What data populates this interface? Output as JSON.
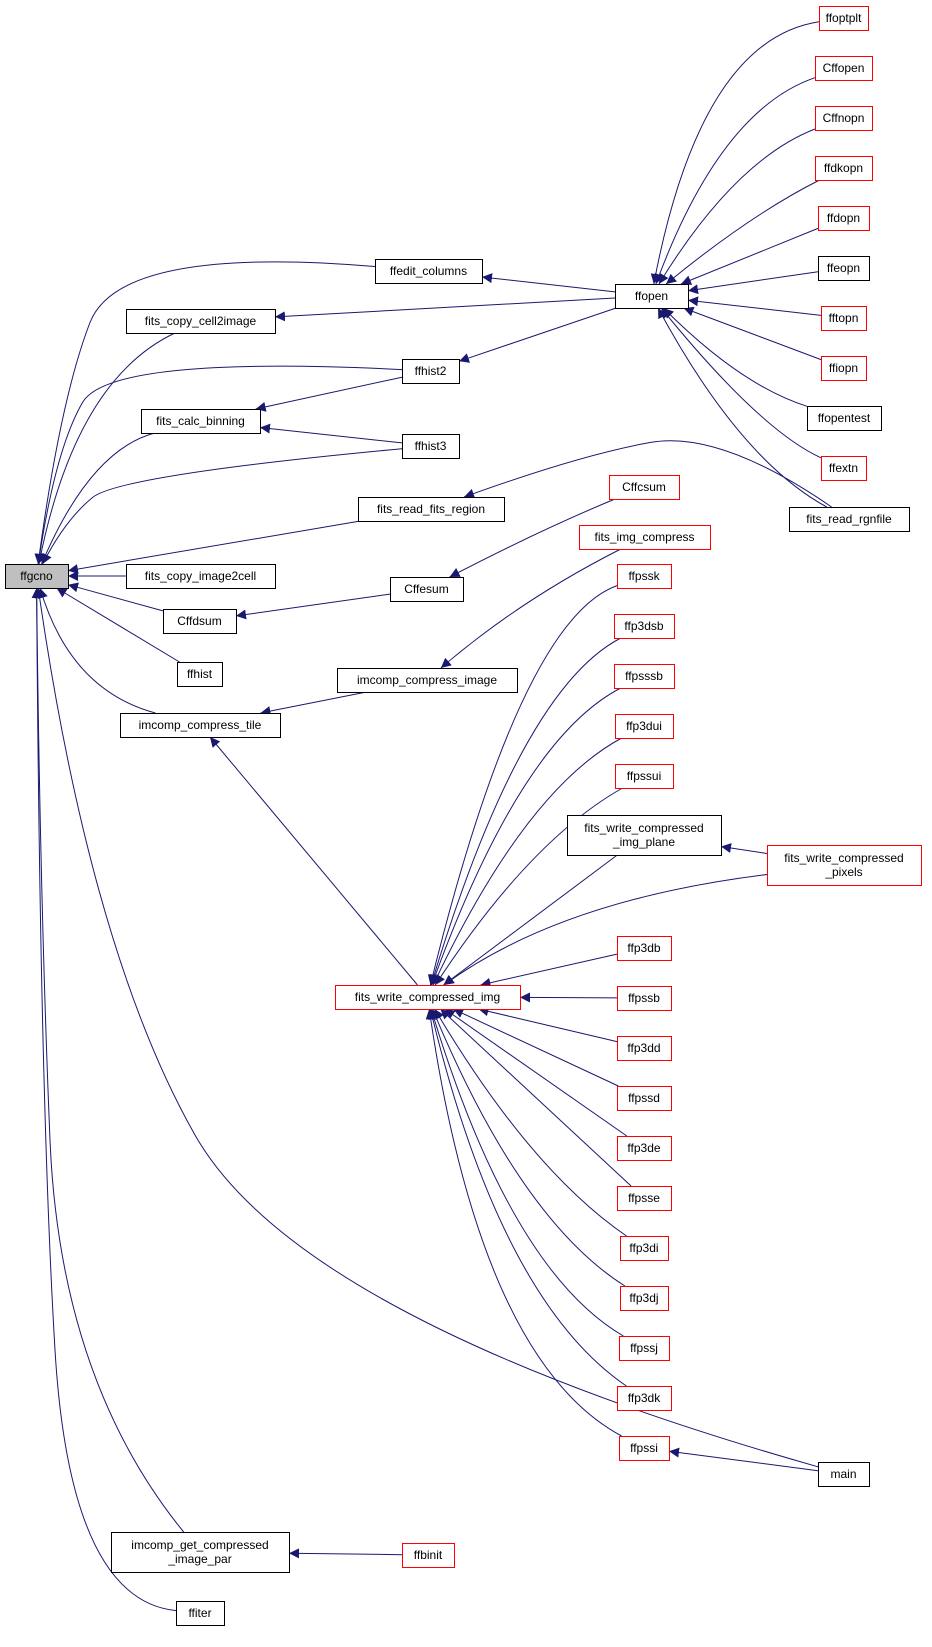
{
  "colors": {
    "edge": "#191970",
    "node_border": "#000000",
    "node_border_red": "#ff0000",
    "root_fill": "#bfbfbf",
    "background": "#ffffff"
  },
  "nodes": {
    "ffgcno": "ffgcno",
    "ffedit_columns": "ffedit_columns",
    "fits_copy_cell2image": "fits_copy_cell2image",
    "ffhist2": "ffhist2",
    "fits_calc_binning": "fits_calc_binning",
    "ffhist3": "ffhist3",
    "fits_read_fits_region": "fits_read_fits_region",
    "fits_copy_image2cell": "fits_copy_image2cell",
    "Cffdsum": "Cffdsum",
    "ffhist": "ffhist",
    "imcomp_compress_tile": "imcomp_compress_tile",
    "imcomp_get_compressed_image_par": [
      "imcomp_get_compressed",
      "_image_par"
    ],
    "ffiter": "ffiter",
    "ffopen": "ffopen",
    "ffoptplt": "ffoptplt",
    "Cffopen": "Cffopen",
    "Cffnopn": "Cffnopn",
    "ffdkopn": "ffdkopn",
    "ffdopn": "ffdopn",
    "ffeopn": "ffeopn",
    "fftopn": "fftopn",
    "ffiopn": "ffiopn",
    "ffopentest": "ffopentest",
    "ffextn": "ffextn",
    "fits_read_rgnfile": "fits_read_rgnfile",
    "Cffcsum": "Cffcsum",
    "Cffesum": "Cffesum",
    "fits_img_compress": "fits_img_compress",
    "imcomp_compress_image": "imcomp_compress_image",
    "fits_write_compressed_img": "fits_write_compressed_img",
    "ffpssk": "ffpssk",
    "ffp3dsb": "ffp3dsb",
    "ffpsssb": "ffpsssb",
    "ffp3dui": "ffp3dui",
    "ffpssui": "ffpssui",
    "fits_write_compressed_img_plane": [
      "fits_write_compressed",
      "_img_plane"
    ],
    "fits_write_compressed_pixels": [
      "fits_write_compressed",
      "_pixels"
    ],
    "ffp3db": "ffp3db",
    "ffpssb": "ffpssb",
    "ffp3dd": "ffp3dd",
    "ffpssd": "ffpssd",
    "ffp3de": "ffp3de",
    "ffpsse": "ffpsse",
    "ffp3di": "ffp3di",
    "ffp3dj": "ffp3dj",
    "ffpssj": "ffpssj",
    "ffp3dk": "ffp3dk",
    "ffpssi": "ffpssi",
    "main": "main",
    "ffbinit": "ffbinit"
  },
  "red_nodes": [
    "ffoptplt",
    "Cffopen",
    "Cffnopn",
    "ffdkopn",
    "ffdopn",
    "fftopn",
    "ffiopn",
    "ffextn",
    "Cffcsum",
    "fits_img_compress",
    "fits_write_compressed_img",
    "ffpssk",
    "ffp3dsb",
    "ffpsssb",
    "ffp3dui",
    "ffpssui",
    "fits_write_compressed_pixels",
    "ffp3db",
    "ffpssb",
    "ffp3dd",
    "ffpssd",
    "ffp3de",
    "ffpsse",
    "ffp3di",
    "ffp3dj",
    "ffpssj",
    "ffp3dk",
    "ffpssi",
    "ffbinit"
  ],
  "root_node": "ffgcno",
  "edges": [
    [
      "ffedit_columns",
      "ffgcno"
    ],
    [
      "fits_copy_cell2image",
      "ffgcno"
    ],
    [
      "ffhist2",
      "ffgcno"
    ],
    [
      "fits_calc_binning",
      "ffgcno"
    ],
    [
      "ffhist3",
      "ffgcno"
    ],
    [
      "fits_read_fits_region",
      "ffgcno"
    ],
    [
      "fits_copy_image2cell",
      "ffgcno"
    ],
    [
      "Cffdsum",
      "ffgcno"
    ],
    [
      "ffhist",
      "ffgcno"
    ],
    [
      "imcomp_compress_tile",
      "ffgcno"
    ],
    [
      "main",
      "ffgcno"
    ],
    [
      "imcomp_get_compressed_image_par",
      "ffgcno"
    ],
    [
      "ffiter",
      "ffgcno"
    ],
    [
      "ffopen",
      "ffedit_columns"
    ],
    [
      "ffopen",
      "fits_copy_cell2image"
    ],
    [
      "ffopen",
      "ffhist2"
    ],
    [
      "ffhist2",
      "fits_calc_binning"
    ],
    [
      "ffhist3",
      "fits_calc_binning"
    ],
    [
      "fits_read_rgnfile",
      "fits_read_fits_region"
    ],
    [
      "Cffesum",
      "Cffdsum"
    ],
    [
      "Cffcsum",
      "Cffesum"
    ],
    [
      "imcomp_compress_image",
      "imcomp_compress_tile"
    ],
    [
      "fits_img_compress",
      "imcomp_compress_image"
    ],
    [
      "fits_write_compressed_img",
      "imcomp_compress_tile"
    ],
    [
      "ffbinit",
      "imcomp_get_compressed_image_par"
    ],
    [
      "ffoptplt",
      "ffopen"
    ],
    [
      "Cffopen",
      "ffopen"
    ],
    [
      "Cffnopn",
      "ffopen"
    ],
    [
      "ffdkopn",
      "ffopen"
    ],
    [
      "ffdopn",
      "ffopen"
    ],
    [
      "ffeopn",
      "ffopen"
    ],
    [
      "fftopn",
      "ffopen"
    ],
    [
      "ffiopn",
      "ffopen"
    ],
    [
      "ffopentest",
      "ffopen"
    ],
    [
      "ffextn",
      "ffopen"
    ],
    [
      "fits_read_rgnfile",
      "ffopen"
    ],
    [
      "ffpssk",
      "fits_write_compressed_img"
    ],
    [
      "ffp3dsb",
      "fits_write_compressed_img"
    ],
    [
      "ffpsssb",
      "fits_write_compressed_img"
    ],
    [
      "ffp3dui",
      "fits_write_compressed_img"
    ],
    [
      "ffpssui",
      "fits_write_compressed_img"
    ],
    [
      "fits_write_compressed_img_plane",
      "fits_write_compressed_img"
    ],
    [
      "fits_write_compressed_pixels",
      "fits_write_compressed_img"
    ],
    [
      "fits_write_compressed_pixels",
      "fits_write_compressed_img_plane"
    ],
    [
      "ffp3db",
      "fits_write_compressed_img"
    ],
    [
      "ffpssb",
      "fits_write_compressed_img"
    ],
    [
      "ffp3dd",
      "fits_write_compressed_img"
    ],
    [
      "ffpssd",
      "fits_write_compressed_img"
    ],
    [
      "ffp3de",
      "fits_write_compressed_img"
    ],
    [
      "ffpsse",
      "fits_write_compressed_img"
    ],
    [
      "ffp3di",
      "fits_write_compressed_img"
    ],
    [
      "ffp3dj",
      "fits_write_compressed_img"
    ],
    [
      "ffpssj",
      "fits_write_compressed_img"
    ],
    [
      "ffp3dk",
      "fits_write_compressed_img"
    ],
    [
      "ffpssi",
      "fits_write_compressed_img"
    ],
    [
      "main",
      "ffpssi"
    ]
  ]
}
